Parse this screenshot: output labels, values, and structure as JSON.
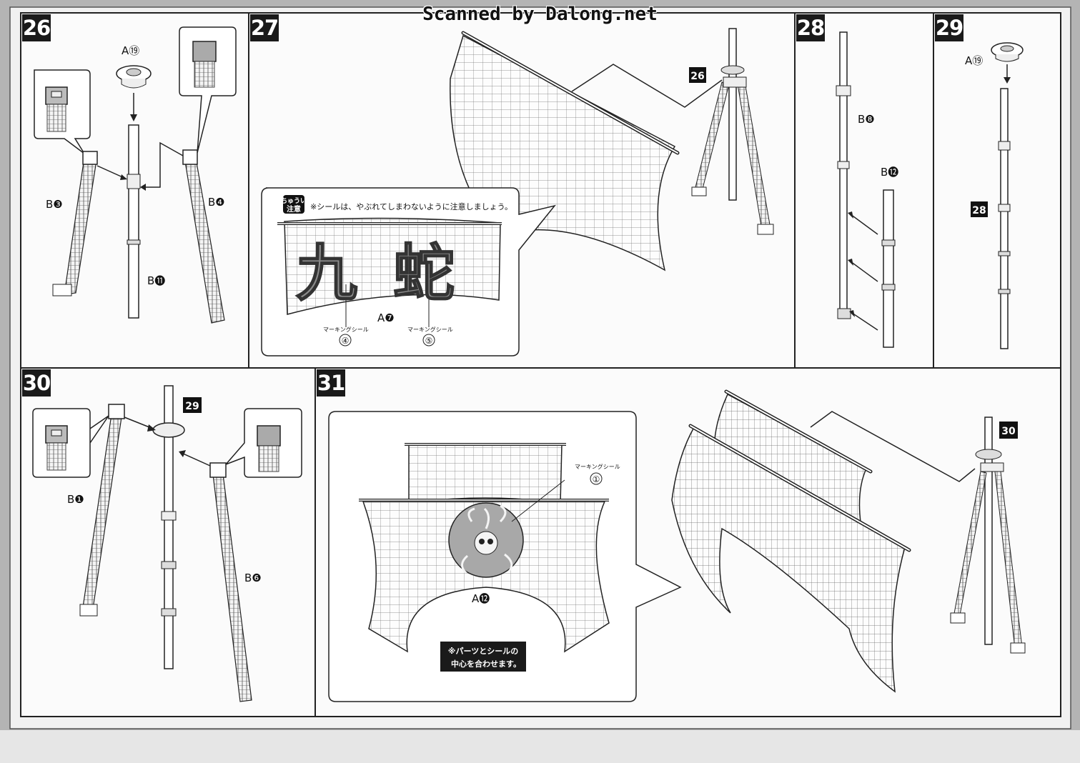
{
  "watermark": "Scanned by Dalong.net",
  "steps": {
    "s26": "26",
    "s27": "27",
    "s28": "28",
    "s29": "29",
    "s30": "30",
    "s31": "31"
  },
  "parts": {
    "a19": "A⑲",
    "b3": "B❸",
    "b4": "B❹",
    "b11": "B⓫",
    "b8": "B❽",
    "b12": "B⓬",
    "a19b": "A⑲",
    "b1": "B❶",
    "b6": "B❻",
    "a7": "A❼",
    "a12": "A⓬"
  },
  "refs": {
    "r26": "26",
    "r28": "28",
    "r29": "29",
    "r30": "30"
  },
  "caution": {
    "badge_top": "注意",
    "badge_sub": "ちゅうい",
    "text": "※シールは、やぶれてしまわないように注意しましょう。"
  },
  "sail_kanji": {
    "left": "九",
    "right": "蛇"
  },
  "marking": {
    "label": "マーキングシール",
    "n4": "④",
    "n5": "⑤",
    "n1": "①"
  },
  "note31": {
    "line1": "※パーツとシールの",
    "line2": "中心を合わせます。"
  }
}
